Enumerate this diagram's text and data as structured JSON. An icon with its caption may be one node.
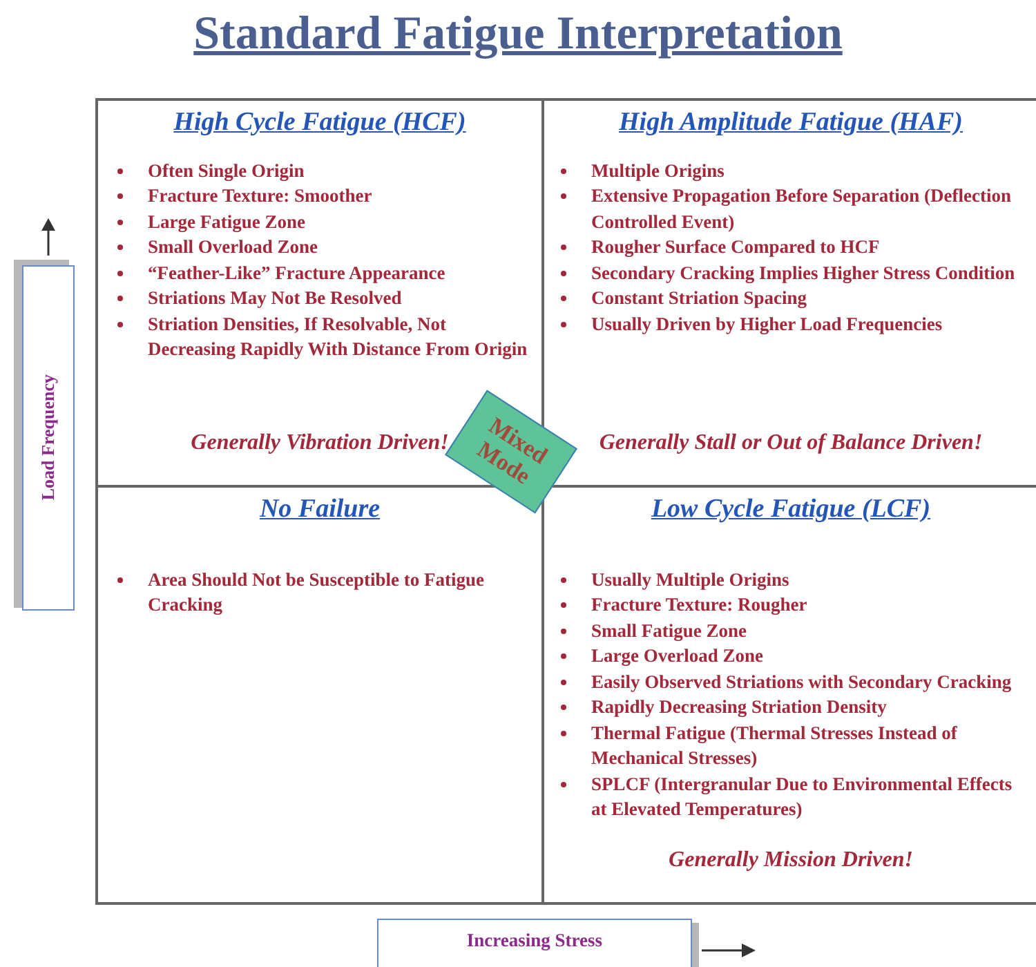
{
  "diagram": {
    "title": "Standard Fatigue Interpretation",
    "nodes": [
      {
        "text": [
          "High Cycle Fatigue (HCF)",
          "Often Single Origin",
          "Fracture Texture:  Smoother",
          "Large Fatigue Zone",
          "Small Overload Zone",
          "“Feather-Like” Fracture Appearance",
          "Striations May Not Be Resolved",
          "Striation Densities, If Resolvable, Not Decreasing Rapidly With Distance From Origin",
          "Generally Vibration Driven!"
        ]
      },
      {
        "text": [
          "High Amplitude Fatigue (HAF)",
          "Multiple Origins",
          "Extensive Propagation Before Separation (Deflection Controlled Event)",
          "Rougher Surface Compared to HCF",
          "Secondary Cracking  Implies Higher Stress Condition",
          "Constant Striation Spacing",
          "Usually Driven by Higher Load Frequencies",
          "Generally Stall or Out of Balance Driven!"
        ]
      },
      {
        "text": [
          "No Failure",
          "Area Should Not be Susceptible to Fatigue Cracking"
        ]
      },
      {
        "text": [
          "Low Cycle Fatigue (LCF)",
          "Usually Multiple Origins",
          "Fracture Texture:  Rougher",
          "Small Fatigue Zone",
          "Large Overload Zone",
          "Easily Observed Striations with Secondary Cracking",
          "Rapidly Decreasing Striation Density",
          "Thermal Fatigue (Thermal Stresses Instead of Mechanical Stresses)",
          "SPLCF (Intergranular Due to Environmental Effects at Elevated Temperatures)",
          "Generally Mission Driven!"
        ]
      },
      {
        "text": [
          "Mixed Mode"
        ]
      },
      {
        "text": [
          "Load Frequency"
        ]
      },
      {
        "text": [
          "Increasing Stress"
        ]
      }
    ]
  }
}
